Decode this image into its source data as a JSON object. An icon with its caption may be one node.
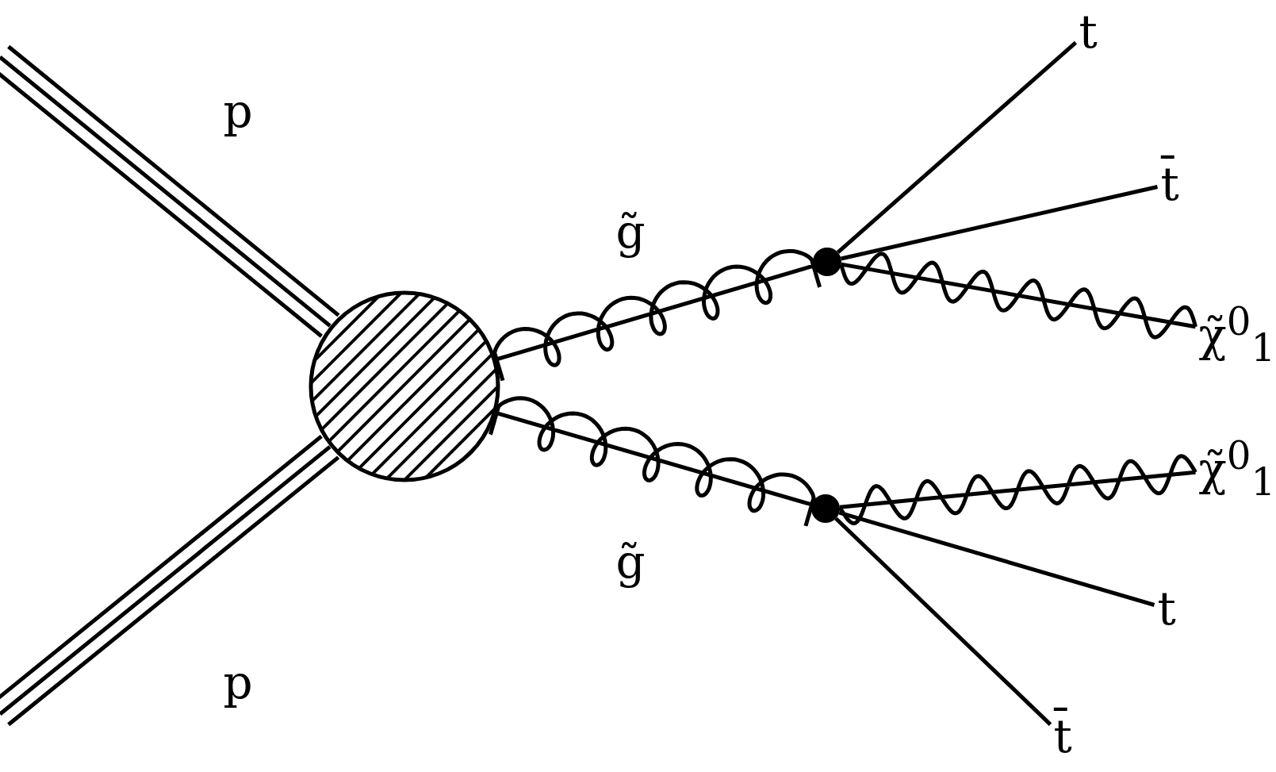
{
  "diagram": {
    "nodes": [
      {
        "text": [],
        "shape": "circle"
      },
      {
        "text": [],
        "shape": "circle"
      },
      {
        "text": [],
        "shape": "circle"
      },
      {
        "text": [
          "t"
        ]
      },
      {
        "text": [
          "t̄"
        ]
      },
      {
        "text": [
          "χ̃$^{0}$$_{1}$"
        ]
      },
      {
        "text": [
          "χ̃$^{0}$$_{1}$"
        ]
      },
      {
        "text": [
          "t"
        ]
      },
      {
        "text": [
          "t̄"
        ]
      }
    ],
    "edges": [
      {
        "from": null,
        "to": 0,
        "arrow": "none",
        "label": "p"
      },
      {
        "from": null,
        "to": 0,
        "arrow": "none",
        "label": "p"
      },
      {
        "from": 0,
        "to": 1,
        "arrow": "none",
        "label": "g̃"
      },
      {
        "from": 0,
        "to": 2,
        "arrow": "none",
        "label": "g̃"
      },
      {
        "from": 1,
        "to": 3,
        "arrow": "none"
      },
      {
        "from": 1,
        "to": 4,
        "arrow": "none"
      },
      {
        "from": 1,
        "to": 5,
        "arrow": "none"
      },
      {
        "from": 2,
        "to": 6,
        "arrow": "none"
      },
      {
        "from": 2,
        "to": 7,
        "arrow": "none"
      },
      {
        "from": 2,
        "to": 8,
        "arrow": "none"
      }
    ]
  }
}
